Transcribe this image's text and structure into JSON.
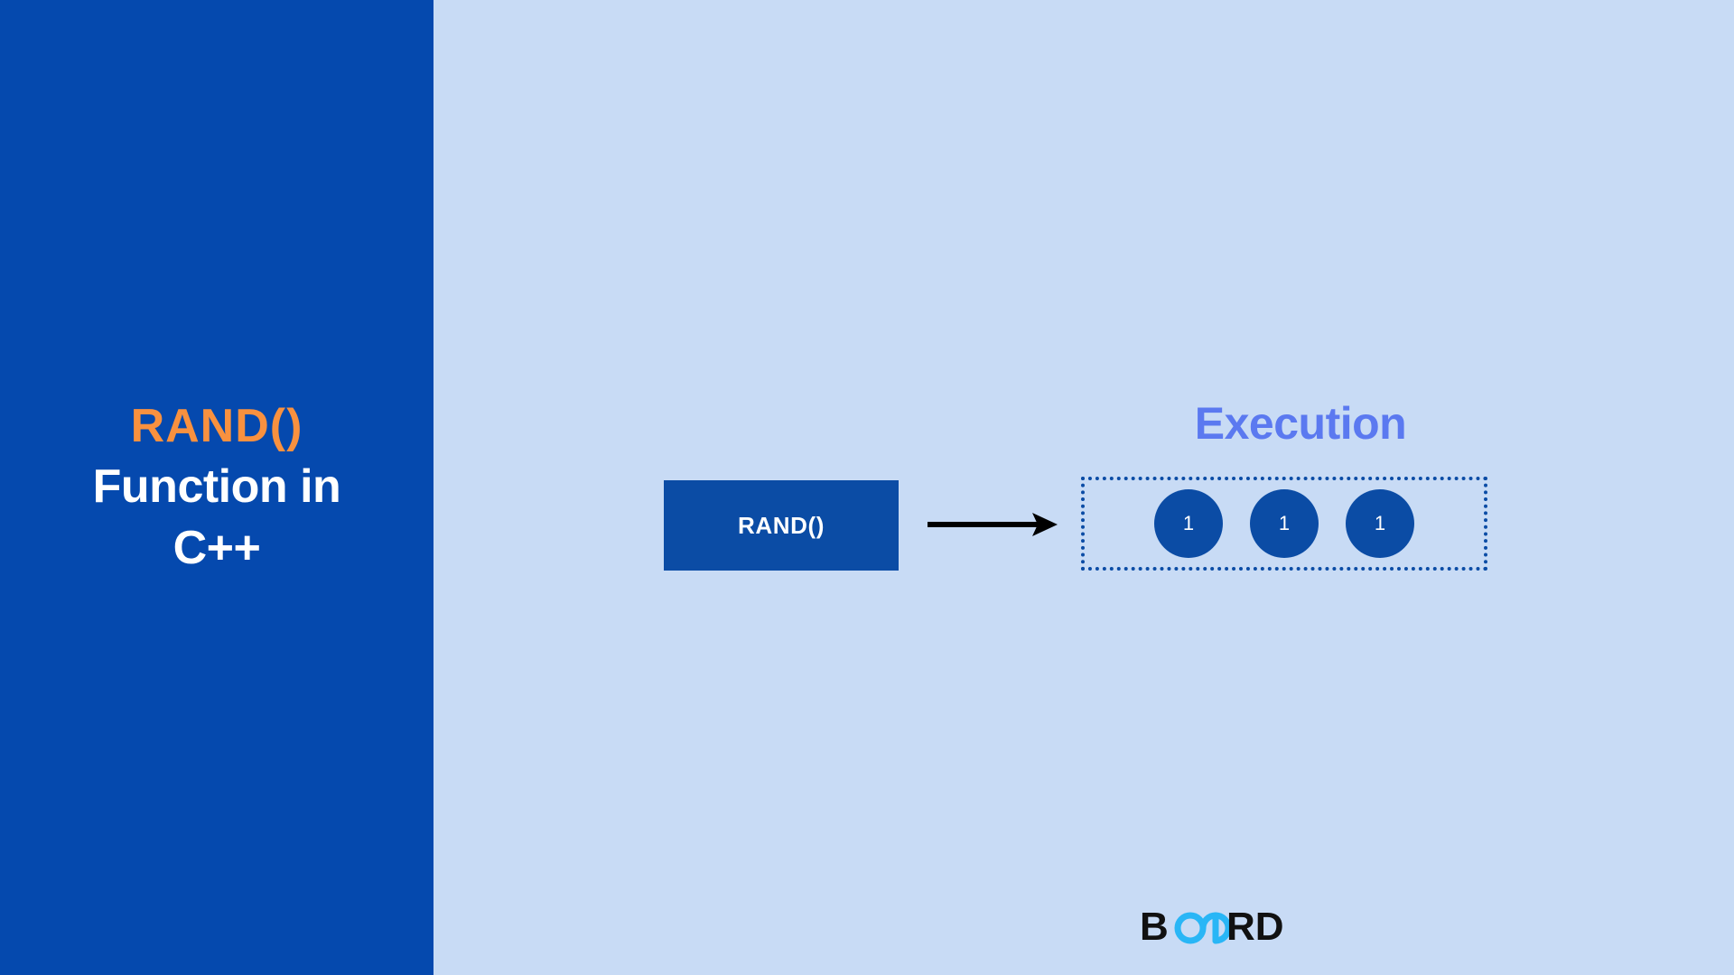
{
  "colors": {
    "sidebar_bg": "#0549ae",
    "canvas_bg": "#c8dbf5",
    "accent_orange": "#f9913f",
    "box_blue": "#0b4ca5",
    "execution_label": "#5b79f0",
    "arrow": "#000000",
    "logo_dark": "#111111",
    "logo_cyan": "#29b6f6",
    "white": "#ffffff"
  },
  "sidebar": {
    "title_lines": [
      {
        "text": "RAND()",
        "style": "accent"
      },
      {
        "text": "Function in",
        "style": "plain"
      },
      {
        "text": "C++",
        "style": "plain"
      }
    ],
    "title_full": "RAND() Function in C++"
  },
  "diagram": {
    "source_box": {
      "label": "RAND()"
    },
    "arrow": {
      "icon": "arrow-right-icon",
      "direction": "right"
    },
    "execution": {
      "label": "Execution",
      "outputs": [
        {
          "value": "1"
        },
        {
          "value": "1"
        },
        {
          "value": "1"
        }
      ]
    }
  },
  "logo": {
    "name": "board-infinity-logo",
    "text": "BOARD",
    "parts": [
      {
        "text": "B",
        "color": "dark"
      },
      {
        "text": "OA",
        "color": "cyan"
      },
      {
        "text": "RD",
        "color": "dark"
      }
    ]
  }
}
